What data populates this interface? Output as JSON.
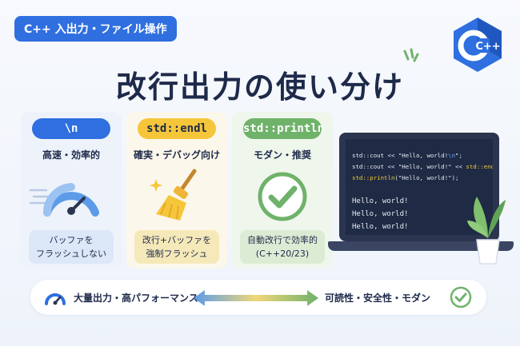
{
  "header": {
    "badge": "C++ 入出力・ファイル操作",
    "title": "改行出力の使い分け",
    "logo_text": "C++"
  },
  "cards": [
    {
      "pill": "\\n",
      "subtitle": "高速・効率的",
      "note_line1": "バッファを",
      "note_line2": "フラッシュしない",
      "icon": "speedometer-icon"
    },
    {
      "pill": "std::endl",
      "subtitle": "確実・デバッグ向け",
      "note_line1": "改行+バッファを",
      "note_line2": "強制フラッシュ",
      "icon": "broom-icon"
    },
    {
      "pill": "std::println",
      "subtitle": "モダン・推奨",
      "note_line1": "自動改行で効率的",
      "note_line2": "(C++20/23)",
      "icon": "check-circle-icon"
    }
  ],
  "code": {
    "line1_pre": "std::cout << \"Hello, world!",
    "line1_esc": "\\n",
    "line1_post": "\";",
    "line2_pre": "std::cout << \"Hello, world!\" << ",
    "line2_kw": "std::endl",
    "line2_post": ";",
    "line3_kw": "std::println",
    "line3_post": "(\"Hello, world!\");",
    "output": [
      "Hello, world!",
      "Hello, world!",
      "Hello, world!"
    ]
  },
  "bottom": {
    "left_label": "大量出力・高パフォーマンス",
    "right_label": "可読性・安全性・モダン"
  },
  "colors": {
    "blue": "#2f6fe0",
    "yellow": "#f6c63a",
    "green": "#6fb26a",
    "navy": "#1e2a4a"
  }
}
